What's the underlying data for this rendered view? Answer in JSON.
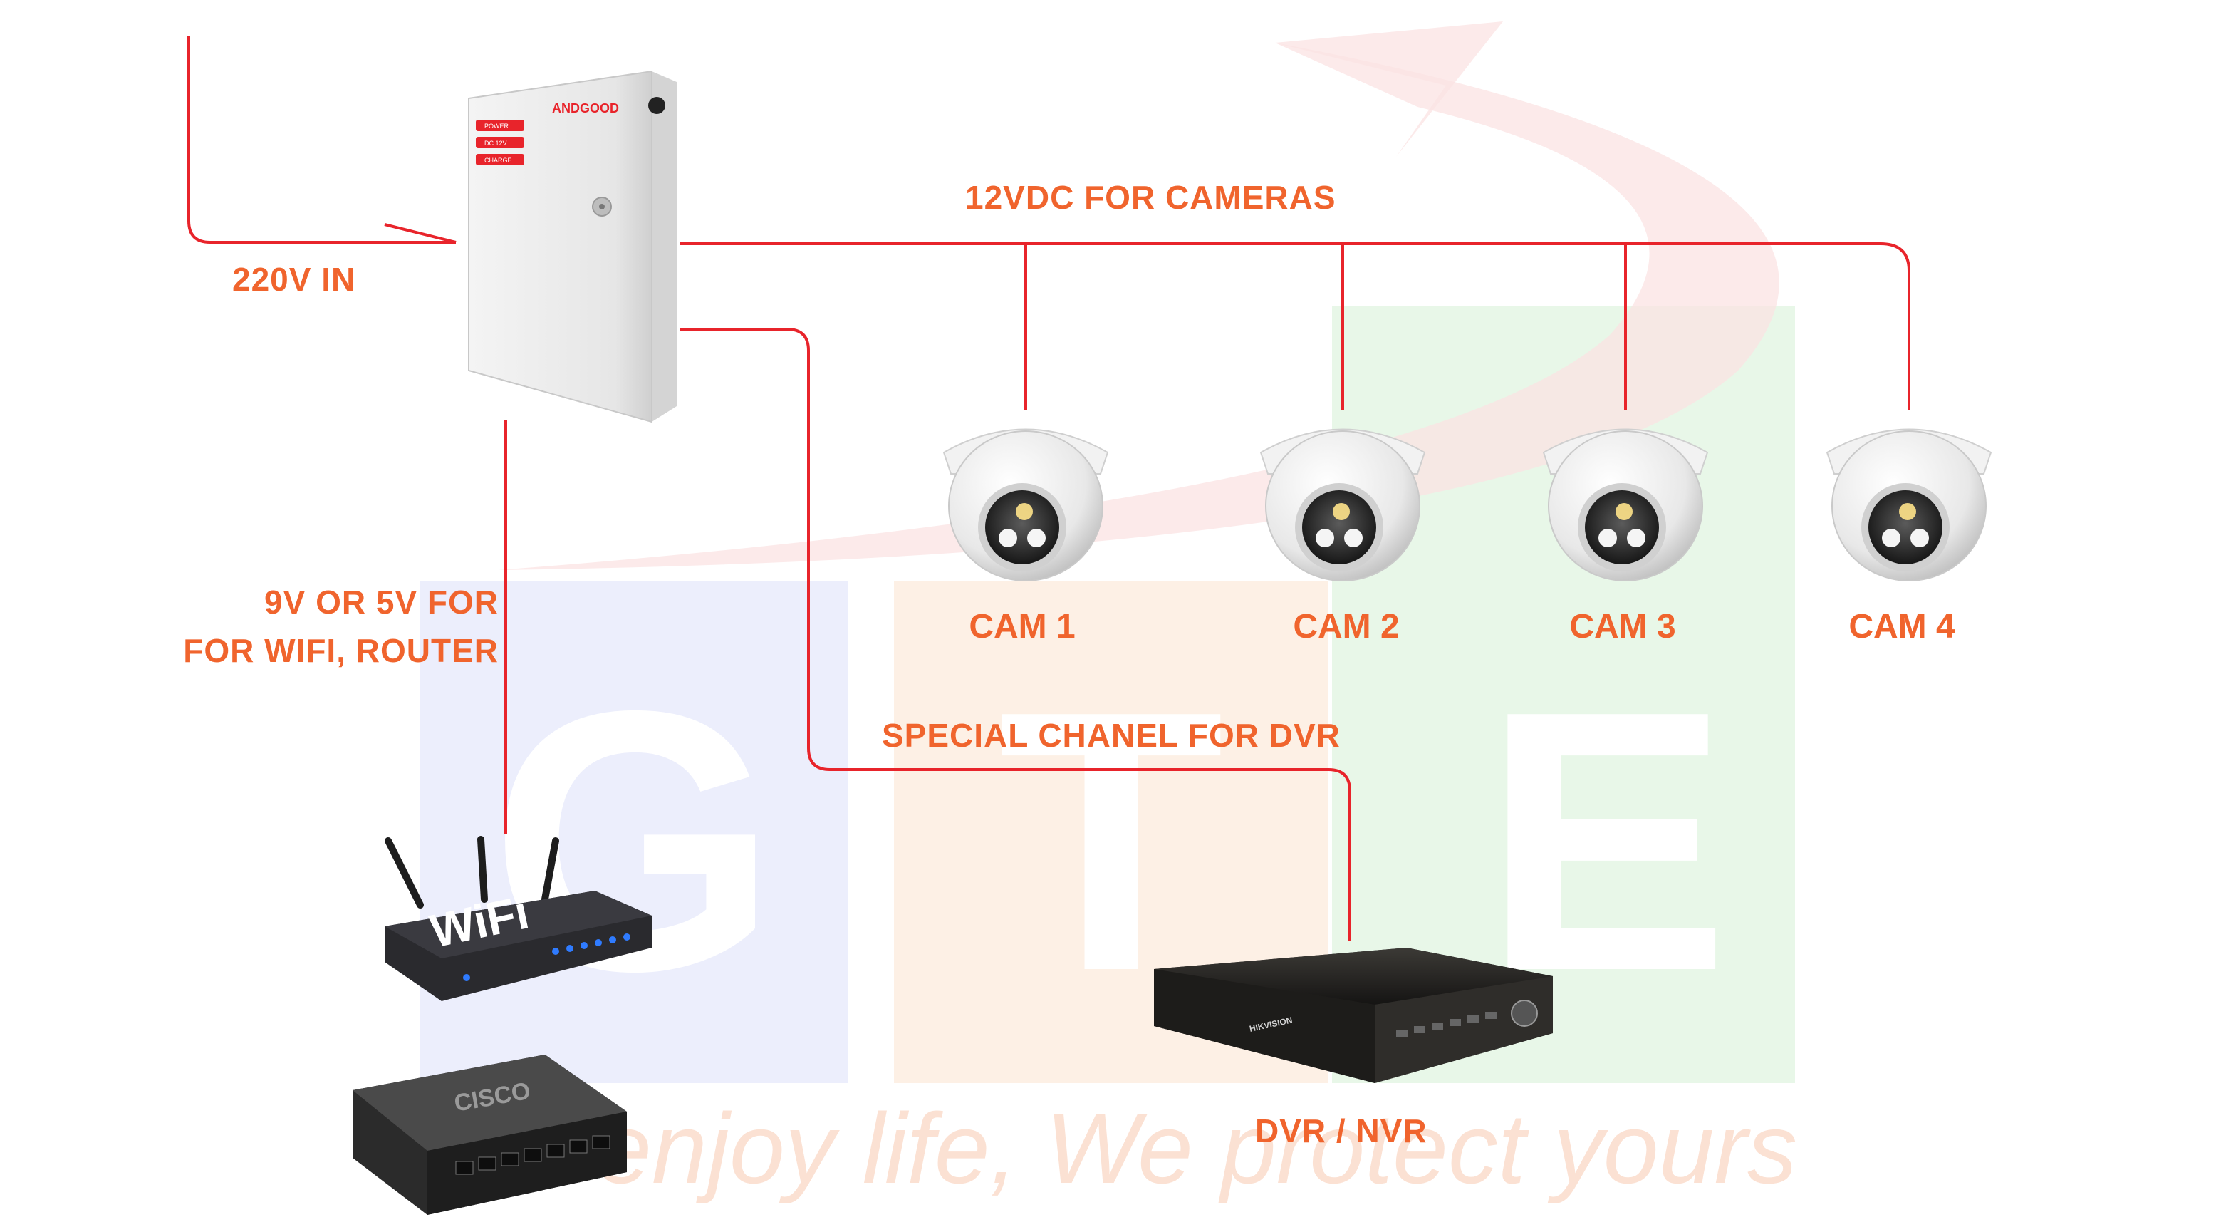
{
  "power_box": {
    "brand": "ANDGOOD",
    "indicators": [
      "POWER",
      "DC 12V",
      "CHARGE"
    ]
  },
  "labels": {
    "input_power": "220V IN",
    "camera_bus": "12VDC FOR CAMERAS",
    "router_power_line1": "9V OR 5V FOR",
    "router_power_line2": "FOR WIFI, ROUTER",
    "dvr_channel": "SPECIAL CHANEL FOR DVR",
    "dvr": "DVR / NVR"
  },
  "cameras": [
    {
      "label": "CAM 1"
    },
    {
      "label": "CAM 2"
    },
    {
      "label": "CAM 3"
    },
    {
      "label": "CAM 4"
    }
  ],
  "router": {
    "text": "WiFi"
  },
  "switch": {
    "brand": "CISCO"
  },
  "dvr_device": {
    "brand": "HIKVISION"
  },
  "watermark": {
    "letters": [
      "G",
      "T",
      "E"
    ],
    "slogan": "You enjoy life, We protect yours"
  },
  "colors": {
    "accent": "#f0642d",
    "wire": "#e8242b",
    "wm_blue": "#eceefc",
    "wm_orange": "#fdf0e5",
    "wm_green": "#e8f7e8"
  }
}
